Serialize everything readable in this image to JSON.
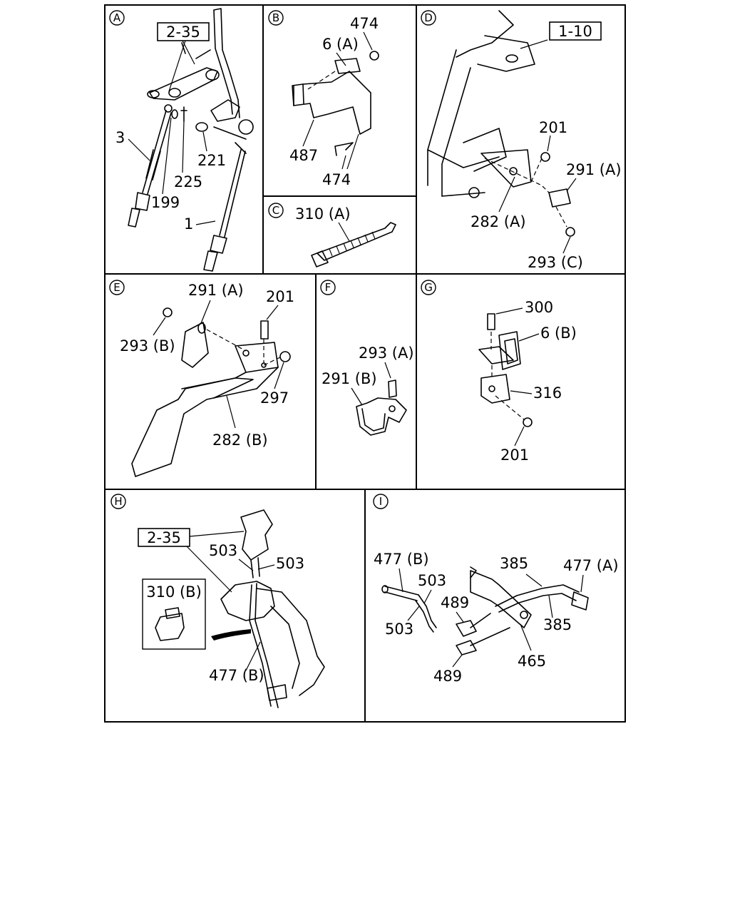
{
  "panels": {
    "A": {
      "id": "A",
      "ref": "2-35",
      "labels": [
        "3",
        "199",
        "225",
        "221",
        "1"
      ]
    },
    "B": {
      "id": "B",
      "labels": [
        "474",
        "6 (A)",
        "487",
        "474"
      ]
    },
    "C": {
      "id": "C",
      "labels": [
        "310 (A)"
      ]
    },
    "D": {
      "id": "D",
      "ref": "1-10",
      "labels": [
        "201",
        "291 (A)",
        "282 (A)",
        "293 (C)"
      ]
    },
    "E": {
      "id": "E",
      "labels": [
        "291 (A)",
        "201",
        "293 (B)",
        "297",
        "282 (B)"
      ]
    },
    "F": {
      "id": "F",
      "labels": [
        "293 (A)",
        "291 (B)"
      ]
    },
    "G": {
      "id": "G",
      "labels": [
        "300",
        "6 (B)",
        "316",
        "201"
      ]
    },
    "H": {
      "id": "H",
      "ref": "2-35",
      "inset": "310 (B)",
      "labels": [
        "503",
        "503",
        "477 (B)"
      ]
    },
    "I": {
      "id": "I",
      "labels": [
        "477 (B)",
        "503",
        "385",
        "477 (A)",
        "489",
        "503",
        "385",
        "465",
        "489"
      ]
    }
  }
}
